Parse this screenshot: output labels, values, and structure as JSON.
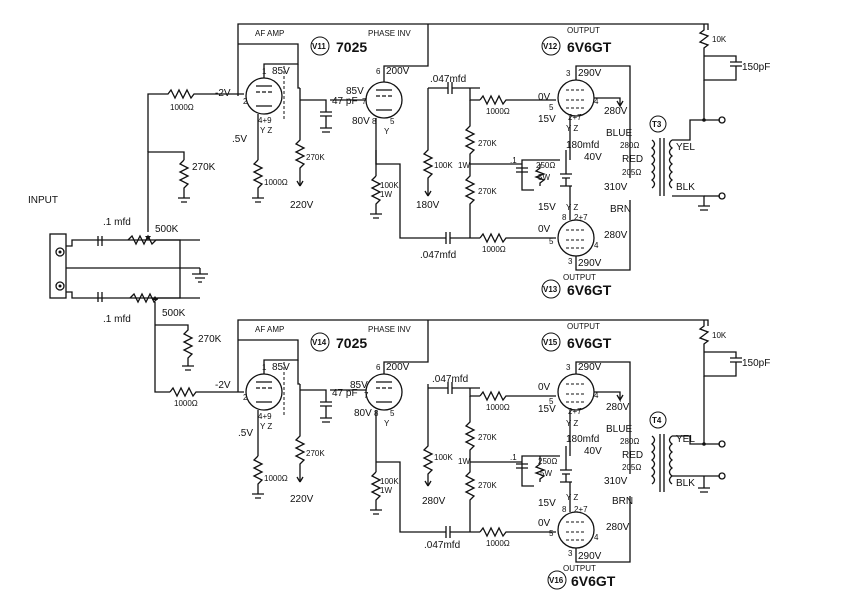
{
  "input": {
    "label": "INPUT",
    "cap1": ".1 mfd",
    "cap2": ".1  mfd",
    "pot1": "500K",
    "pot2": "500K",
    "res270k": "270K"
  },
  "channels": [
    {
      "tube_af": "V11",
      "tube_af_type": "7025",
      "af_label": "AF AMP",
      "pi_label": "PHASE INV",
      "tube_out1": "V12",
      "tube_out1_type": "6V6GT",
      "out_label1": "OUTPUT",
      "tube_out2": "V13",
      "tube_out2_type": "6V6GT",
      "out_label2": "OUTPUT",
      "transformer": "T3",
      "grid_v": "-2V",
      "plate_v": "85V",
      "cathode_v": ".5V",
      "plate_pi_v": "200V",
      "pi_grid_v": "85V",
      "pi_cathode_v": "80V",
      "cap47": "47 pF",
      "r_grid": "1000Ω",
      "r_cath": "1000Ω",
      "r_plate": "270K",
      "v220": "220V",
      "r_pi_cath": "100K\n1W",
      "r_pi_plate": "100K",
      "v180": "180V",
      "c047a": ".047mfd",
      "c047b": ".047mfd",
      "r1000a": "1000Ω",
      "r1000b": "1000Ω",
      "r270a": "270K",
      "r270b": "270K",
      "r1w": "1W",
      "c180": "180mfd",
      "v40": "40V",
      "c1": ".1",
      "r250": "250Ω",
      "r5w": "5W",
      "v290a": "290V",
      "v290b": "290V",
      "v280a": "280V",
      "v280b": "280V",
      "v0a": "0V",
      "v0b": "0V",
      "v15a": "15V",
      "v15b": "15V",
      "blue": "BLUE",
      "red": "RED",
      "brn": "BRN",
      "yel": "YEL",
      "blk": "BLK",
      "t280": "280Ω",
      "t205": "205Ω",
      "v310": "310V",
      "r10k": "10K",
      "c150": "150pF"
    },
    {
      "tube_af": "V14",
      "tube_af_type": "7025",
      "af_label": "AF AMP",
      "pi_label": "PHASE INV",
      "tube_out1": "V15",
      "tube_out1_type": "6V6GT",
      "out_label1": "OUTPUT",
      "tube_out2": "V16",
      "tube_out2_type": "6V6GT",
      "out_label2": "OUTPUT",
      "transformer": "T4",
      "grid_v": "-2V",
      "plate_v": "85V",
      "cathode_v": ".5V",
      "plate_pi_v": "200V",
      "pi_grid_v": "85V",
      "pi_cathode_v": "80V",
      "cap47": "47 pF",
      "r_grid": "1000Ω",
      "r_cath": "1000Ω",
      "r_plate": "270K",
      "v220": "220V",
      "r_pi_cath": "100K\n1W",
      "r_pi_plate": "100K",
      "v180": "280V",
      "c047a": ".047mfd",
      "c047b": ".047mfd",
      "r1000a": "1000Ω",
      "r1000b": "1000Ω",
      "r270a": "270K",
      "r270b": "270K",
      "r1w": "1W",
      "c180": "180mfd",
      "v40": "40V",
      "c1": ".1",
      "r250": "250Ω",
      "r5w": "5W",
      "v290a": "290V",
      "v290b": "290V",
      "v280a": "280V",
      "v280b": "280V",
      "v0a": "0V",
      "v0b": "0V",
      "v15a": "15V",
      "v15b": "15V",
      "blue": "BLUE",
      "red": "RED",
      "brn": "BRN",
      "yel": "YEL",
      "blk": "BLK",
      "t280": "280Ω",
      "t205": "205Ω",
      "v310": "310V",
      "r10k": "10K",
      "c150": "150pF"
    }
  ],
  "pins": {
    "p1": "1",
    "p2": "2",
    "p3": "3",
    "p4": "4",
    "p5": "5",
    "p6": "6",
    "p7": "7",
    "p8": "8",
    "p9": "9",
    "yz": "Y Z",
    "y": "Y",
    "p247": "2+7",
    "p479": "4+9"
  }
}
